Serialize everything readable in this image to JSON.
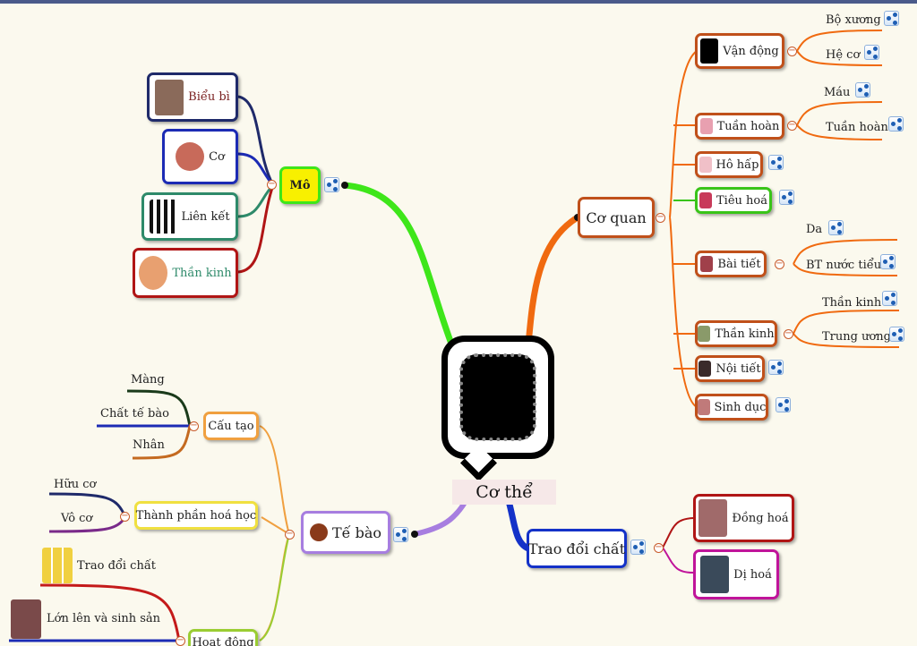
{
  "center": {
    "label": "Cơ thể"
  },
  "branches": {
    "mo": {
      "label": "Mô",
      "children": [
        "Biểu bì",
        "Cơ",
        "Liên kết",
        "Thần kinh"
      ]
    },
    "co_quan": {
      "label": "Cơ quan",
      "children": [
        "Vận động",
        "Tuần hoàn",
        "Hô hấp",
        "Tiêu hoá",
        "Bài tiết",
        "Thần kinh",
        "Nội tiết",
        "Sinh dục"
      ],
      "van_dong": [
        "Bộ xương",
        "Hệ cơ"
      ],
      "tuan_hoan": [
        "Máu",
        "Tuần hoàn"
      ],
      "bai_tiet": [
        "Da",
        "BT nước tiểu"
      ],
      "than_kinh": [
        "Thần kinh",
        "Trung ương"
      ]
    },
    "te_bao": {
      "label": "Tế bào",
      "cau_tao": {
        "label": "Cấu tạo",
        "children": [
          "Màng",
          "Chất tế bào",
          "Nhân"
        ]
      },
      "thanh_phan": {
        "label": "Thành phần hoá học",
        "children": [
          "Hữu cơ",
          "Vô cơ"
        ]
      },
      "hoat_dong": {
        "label": "Hoạt động",
        "children": [
          "Trao đổi chất",
          "Lớn lên và sinh sản"
        ]
      }
    },
    "trao_doi_chat": {
      "label": "Trao đổi chất",
      "children": [
        "Đồng hoá",
        "Dị hoá"
      ]
    }
  },
  "icons": {
    "collapse": "−",
    "share": "share-icon"
  },
  "colors": {
    "mo": "#3ee61a",
    "co_quan": "#f06a10",
    "te_bao": "#a77ee0",
    "trao_doi_chat": "#1432c8"
  }
}
